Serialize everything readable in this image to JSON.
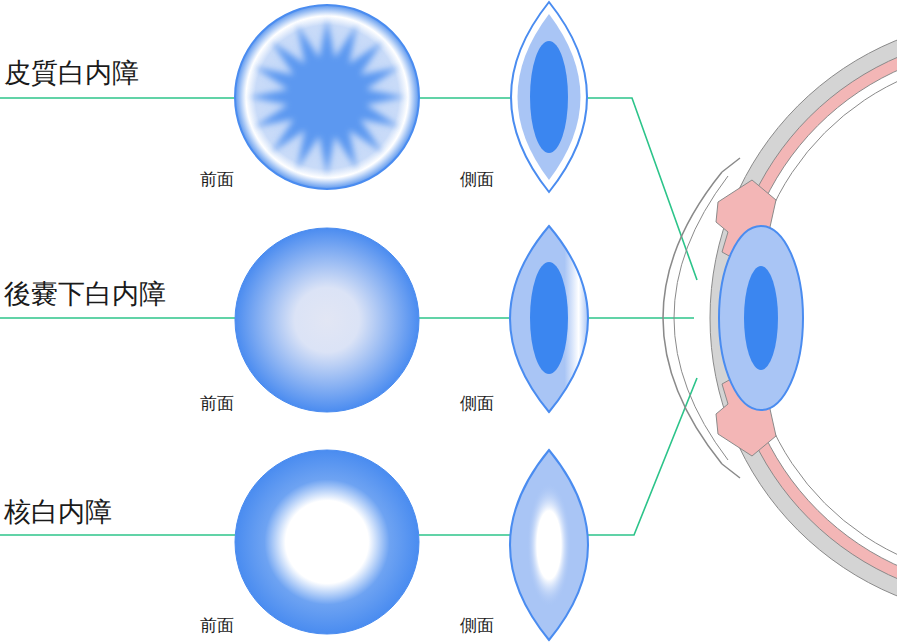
{
  "diagram": {
    "labels": [
      "皮質白内障",
      "前面",
      "側面",
      "後嚢下白内障",
      "前面",
      "側面",
      "核白内障",
      "前面",
      "側面"
    ]
  }
}
